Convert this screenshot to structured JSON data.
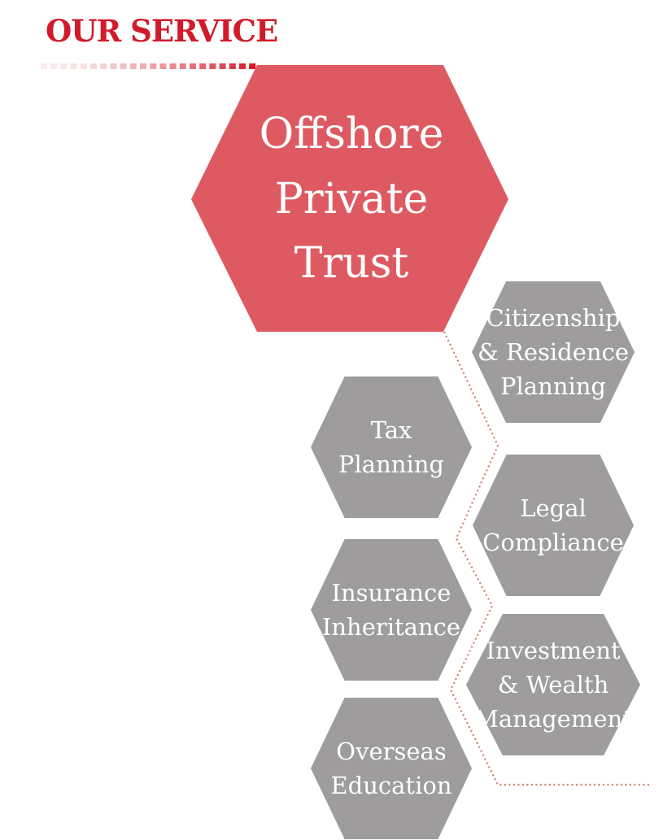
{
  "header": {
    "title": "OUR SERVICE"
  },
  "colors": {
    "title": "#d11a2a",
    "main_hex": "#de5a62",
    "service_hex": "#9e9c9d",
    "connector": "#c9826e",
    "text": "#ffffff"
  },
  "main_service": {
    "lines": [
      "Offshore",
      "Private",
      "Trust"
    ]
  },
  "services": [
    {
      "id": "citizenship",
      "lines": [
        "Citizenship",
        "& Residence",
        "Planning"
      ]
    },
    {
      "id": "tax",
      "lines": [
        "Tax",
        "Planning"
      ]
    },
    {
      "id": "legal",
      "lines": [
        "Legal",
        "Compliance"
      ]
    },
    {
      "id": "insurance",
      "lines": [
        "Insurance",
        "Inheritance"
      ]
    },
    {
      "id": "investment",
      "lines": [
        "Investment",
        "& Wealth",
        "Management"
      ]
    },
    {
      "id": "education",
      "lines": [
        "Overseas",
        "Education"
      ]
    }
  ]
}
